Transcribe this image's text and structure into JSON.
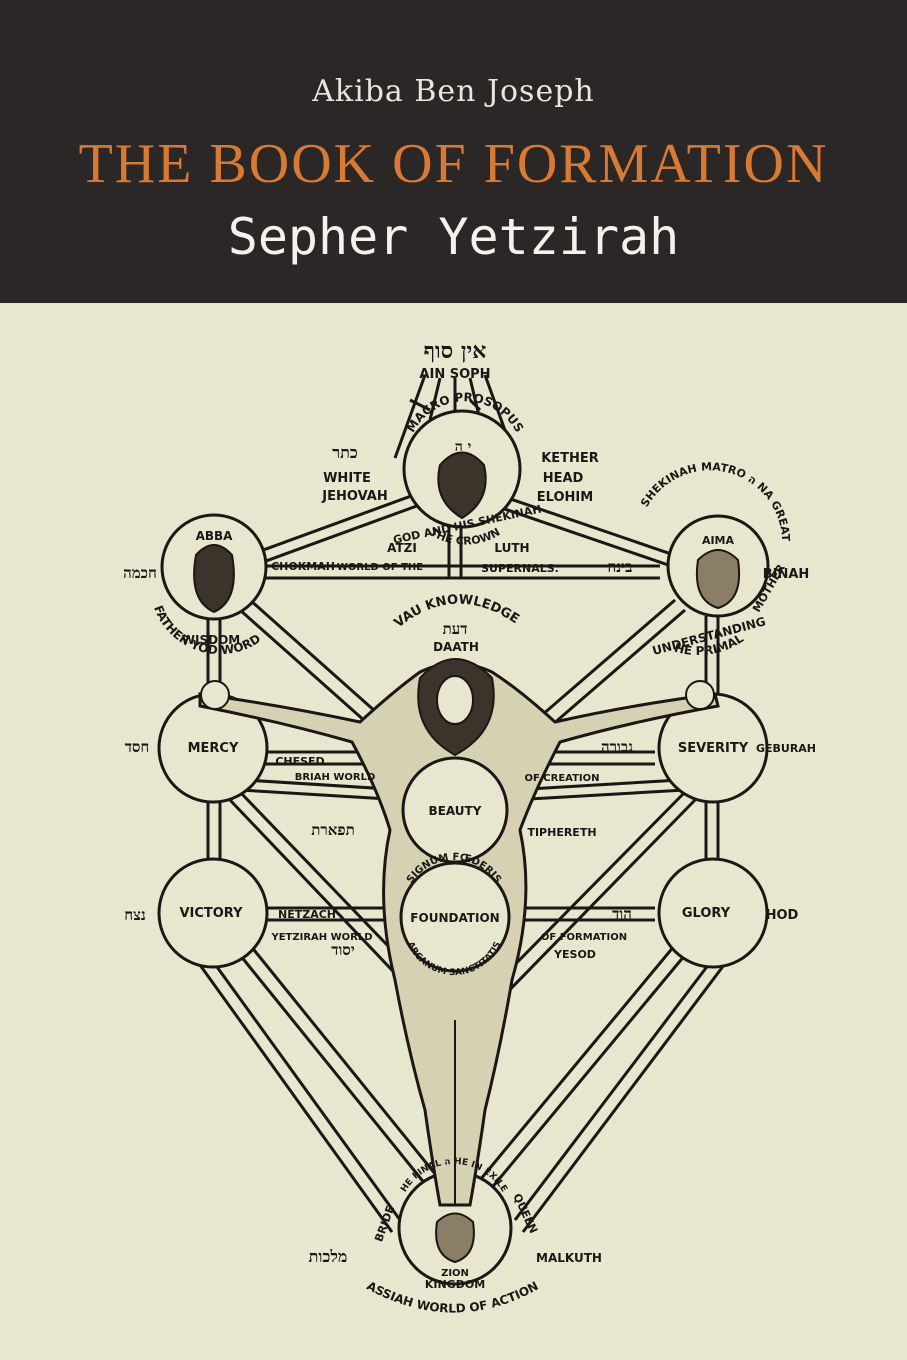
{
  "cover": {
    "author": "Akiba Ben Joseph",
    "title": "THE BOOK OF FORMATION",
    "subtitle": "Sepher Yetzirah"
  },
  "colors": {
    "header_bg": "#2b2727",
    "title": "#d87a34",
    "paper": "#e8e6cf",
    "ink": "#1a1814"
  },
  "diagram": {
    "ain_soph_hebrew": "אין סוף",
    "ain_soph": "AIN SOPH",
    "kether_hebrew": "כתר",
    "white": "WHITE",
    "jehovah": "JEHOVAH",
    "kether": "KETHER",
    "head": "HEAD",
    "elohim": "ELOHIM",
    "macroprosopus": "MACRO PROSOPUS",
    "crown_yod": "י ה",
    "the_crown": "THE CROWN",
    "god_shekinah": "GOD AND HIS SHEKINAH",
    "atzi": "ATZI",
    "luth": "LUTH",
    "abba": "ABBA",
    "chokmah_hebrew": "חכמה",
    "chokmah": "CHOKMAH",
    "world_of_the": "WORLD OF THE",
    "supernals": "SUPERNALS.",
    "father_yod_word": "FATHER YOD WORD",
    "wisdom": "WISDOM",
    "aima": "AIMA",
    "binah_hebrew": "בינה",
    "shekinah_matrona": "SHEKINAH MATRO ה NA GREAT",
    "mother": "MOTHER",
    "binah": "BINAH",
    "he_primal": "HE PRIMAL",
    "understanding": "UNDERSTANDING",
    "vau_knowledge": "VAU KNOWLEDGE",
    "daath_hebrew": "דעת",
    "daath": "DAATH",
    "mercy": "MERCY",
    "chesed_hebrew": "חסד",
    "chesed": "CHESED",
    "briah_world": "BRIAH WORLD",
    "severity": "SEVERITY",
    "geburah_hebrew": "גבורה",
    "geburah": "GEBURAH",
    "of_creation": "OF CREATION",
    "beauty": "BEAUTY",
    "tiphereth_hebrew": "תפארת",
    "tiphereth": "TIPHERETH",
    "victory": "VICTORY",
    "netzach_hebrew": "נצח",
    "netzach": "NETZACH",
    "yetzirah_world": "YETZIRAH WORLD",
    "yesod_hebrew": "יסוד",
    "glory": "GLORY",
    "hod_hebrew": "הוד",
    "hod": "HOD",
    "of_formation": "OF FORMATION",
    "yesod": "YESOD",
    "signum_foederis": "SIGNUM FŒDERIS",
    "foundation": "FOUNDATION",
    "arcanum_sanctitatis": "ARCANUM SANCTITATIS",
    "malkuth_hebrew": "מלכות",
    "malkuth": "MALKUTH",
    "bride": "BRIDE",
    "queen": "QUEEN",
    "he_final": "HE FINAL ה HE IN EXILE",
    "zion": "ZION",
    "kingdom": "KINGDOM",
    "assiah": "ASSIAH WORLD OF ACTION"
  }
}
